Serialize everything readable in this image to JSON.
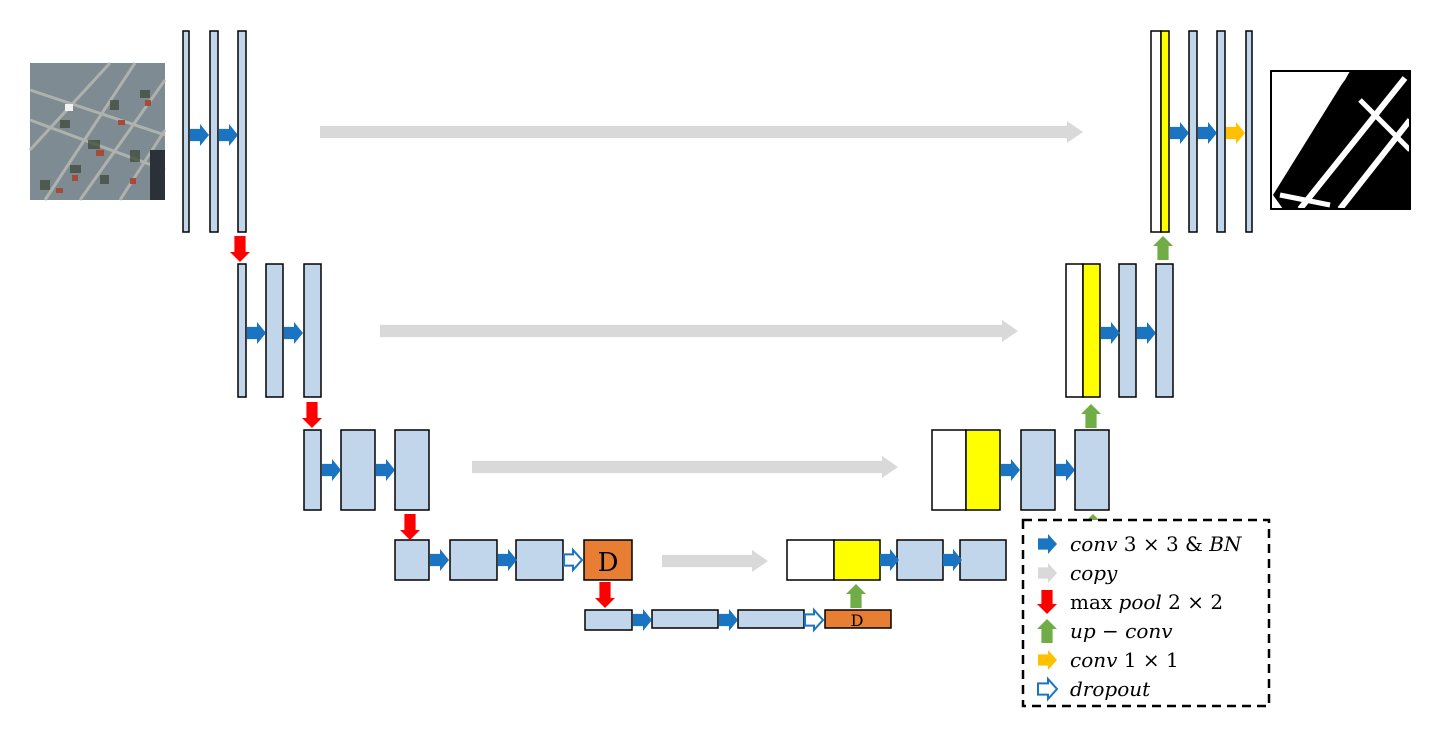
{
  "blocks": {
    "dropout_block_label": "D"
  },
  "colors": {
    "feature_map": "#c1d6ea",
    "copied_map": "#ffff00",
    "dropout_block": "#e87d34",
    "conv_arrow": "#1a74c1",
    "copy_arrow": "#d9d9d9",
    "pool_arrow": "#ff0000",
    "upconv_arrow": "#70ad47",
    "conv1x1_arrow": "#ffc000",
    "dropout_arrow": "#1a74c1"
  },
  "legend": {
    "items": [
      {
        "icon": "conv-arrow-icon",
        "italic": "conv",
        "rest": " 3 × 3 & ",
        "italic2": "BN"
      },
      {
        "icon": "copy-arrow-icon",
        "italic": "copy",
        "rest": "",
        "italic2": ""
      },
      {
        "icon": "maxpool-arrow-icon",
        "prefix": "max ",
        "italic": "pool",
        "rest": " 2 × 2",
        "italic2": ""
      },
      {
        "icon": "upconv-arrow-icon",
        "italic": "up",
        "rest": " − ",
        "italic2": "conv"
      },
      {
        "icon": "conv1x1-arrow-icon",
        "italic": "conv",
        "rest": " 1 × 1",
        "italic2": ""
      },
      {
        "icon": "dropout-arrow-icon",
        "italic": "dropout",
        "rest": "",
        "italic2": ""
      }
    ]
  }
}
